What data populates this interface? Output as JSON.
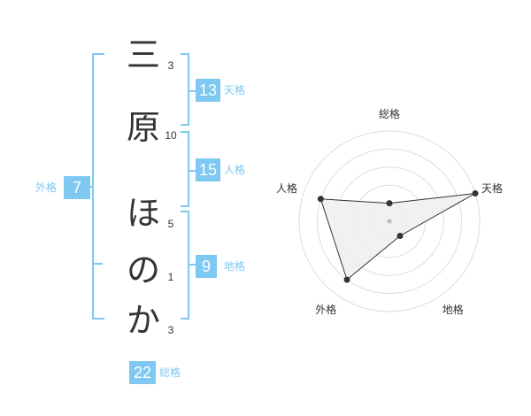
{
  "name": {
    "characters": [
      {
        "char": "三",
        "strokes": "3"
      },
      {
        "char": "原",
        "strokes": "10"
      },
      {
        "char": "ほ",
        "strokes": "5"
      },
      {
        "char": "の",
        "strokes": "1"
      },
      {
        "char": "か",
        "strokes": "3"
      }
    ]
  },
  "fortunes": {
    "tenkaku": {
      "value": "13",
      "label": "天格"
    },
    "jinkaku": {
      "value": "15",
      "label": "人格"
    },
    "chikaku": {
      "value": "9",
      "label": "地格"
    },
    "gaikaku": {
      "value": "7",
      "label": "外格"
    },
    "soukaku": {
      "value": "22",
      "label": "総格"
    }
  },
  "accent_color": "#7ec8f2",
  "chart_data": {
    "type": "radar",
    "axes": [
      "総格",
      "天格",
      "地格",
      "外格",
      "人格"
    ],
    "values": [
      1,
      5,
      1,
      4,
      4
    ],
    "rlim": [
      0,
      5
    ],
    "rings": 5,
    "fill_color": "#eeeeee",
    "line_color": "#333333"
  }
}
